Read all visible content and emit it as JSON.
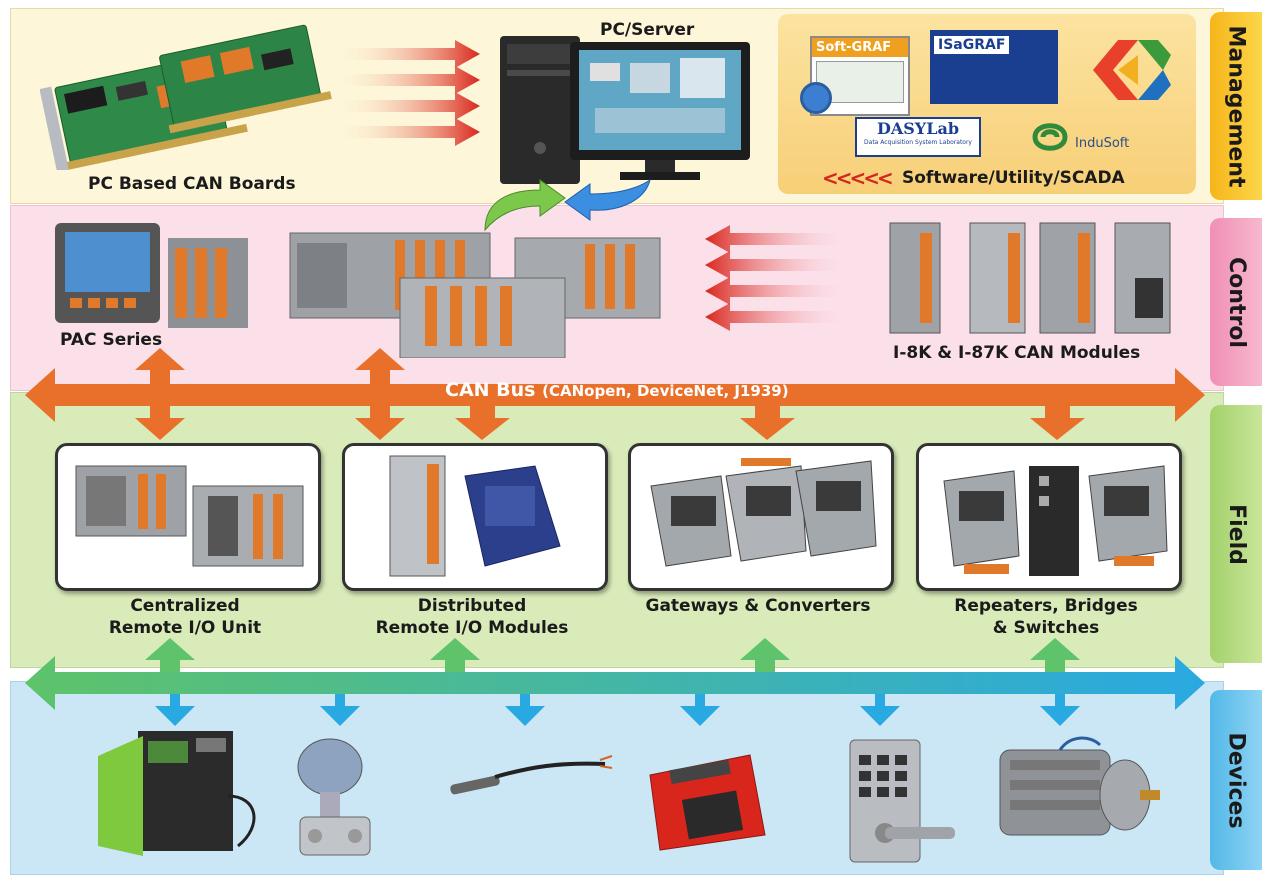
{
  "layers": {
    "management": "Management",
    "control": "Control",
    "field": "Field",
    "devices": "Devices"
  },
  "management": {
    "pc_boards_label": "PC Based CAN Boards",
    "pc_server_label": "PC/Server",
    "software": {
      "label": "Software/Utility/SCADA",
      "chevrons": "<<<<<",
      "logos": {
        "softgraf": "Soft-GRAF",
        "isagraf": "ISaGRAF",
        "dasylab": "DASYLab",
        "dasylab_sub": "Data Acquisition System Laboratory",
        "indusoft": "InduSoft"
      }
    }
  },
  "control": {
    "pac_label": "PAC Series",
    "modules_label": "I-8K & I-87K CAN Modules"
  },
  "bus": {
    "name": "CAN Bus",
    "protocols": "(CANopen, DeviceNet, J1939)"
  },
  "field": {
    "cards": [
      {
        "line1": "Centralized",
        "line2": "Remote I/O Unit"
      },
      {
        "line1": "Distributed",
        "line2": "Remote I/O Modules"
      },
      {
        "line1": "Gateways & Converters",
        "line2": ""
      },
      {
        "line1": "Repeaters, Bridges",
        "line2": "& Switches"
      }
    ]
  },
  "colors": {
    "management": "#fdf6d8",
    "control": "#fbe0ea",
    "field": "#d8ebb8",
    "devices": "#cbe7f6",
    "bus_arrow": "#e8702a",
    "device_bus_left": "#5ec36a",
    "device_bus_right": "#29a9e1",
    "inbound_arrows": "#d9261c"
  },
  "icons": [
    "pac-controller-icon",
    "pc-tower-icon",
    "monitor-icon",
    "pump-icon",
    "pressure-transmitter-icon",
    "sensor-probe-icon",
    "barcode-scanner-icon",
    "keypad-lock-icon",
    "motor-icon"
  ]
}
